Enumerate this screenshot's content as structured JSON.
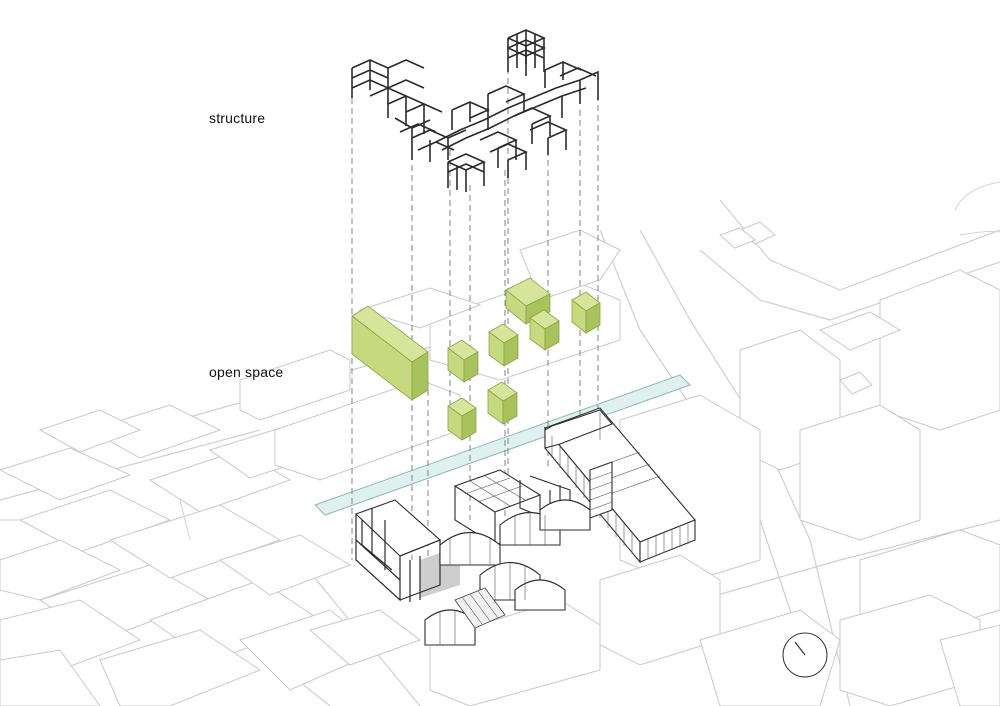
{
  "labels": {
    "structure": "structure",
    "open_space": "open space"
  },
  "colors": {
    "box_top": "#d6e59a",
    "box_left": "#c6d97f",
    "box_right": "#a9c35c",
    "box_stroke": "#8ea348",
    "canal": "#dff1ef",
    "context_line": "#c9c9c9",
    "structure_line": "#2a2a2a"
  },
  "open_space_blocks_count": 8,
  "icons": [
    "frame-structure",
    "green-volume",
    "compass"
  ]
}
